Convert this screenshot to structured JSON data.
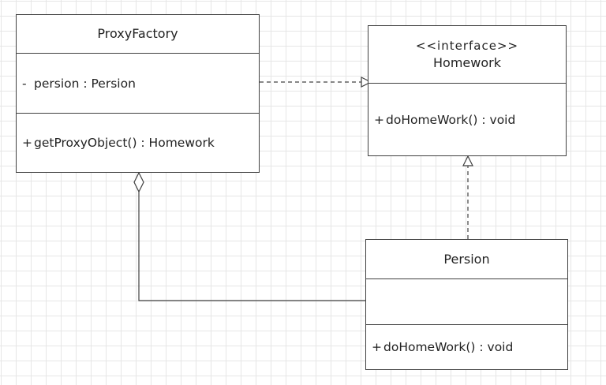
{
  "diagram": {
    "colors": {
      "line": "#404040",
      "box_border": "#404040",
      "grid": "#e6e6e6",
      "background": "#ffffff"
    },
    "classes": {
      "proxy_factory": {
        "name": "ProxyFactory",
        "attributes": [
          {
            "visibility": "-",
            "text": "persion : Persion"
          }
        ],
        "operations": [
          {
            "visibility": "+",
            "text": "getProxyObject() : Homework"
          }
        ]
      },
      "homework": {
        "stereotype": "<<interface>>",
        "name": "Homework",
        "operations": [
          {
            "visibility": "+",
            "text": "doHomeWork() : void"
          }
        ]
      },
      "persion": {
        "name": "Persion",
        "attributes": [],
        "operations": [
          {
            "visibility": "+",
            "text": "doHomeWork() : void"
          }
        ]
      }
    },
    "relationships": [
      {
        "type": "realization",
        "from": "ProxyFactory",
        "to": "Homework"
      },
      {
        "type": "realization",
        "from": "Persion",
        "to": "Homework"
      },
      {
        "type": "aggregation",
        "whole": "ProxyFactory",
        "part": "Persion"
      }
    ]
  }
}
